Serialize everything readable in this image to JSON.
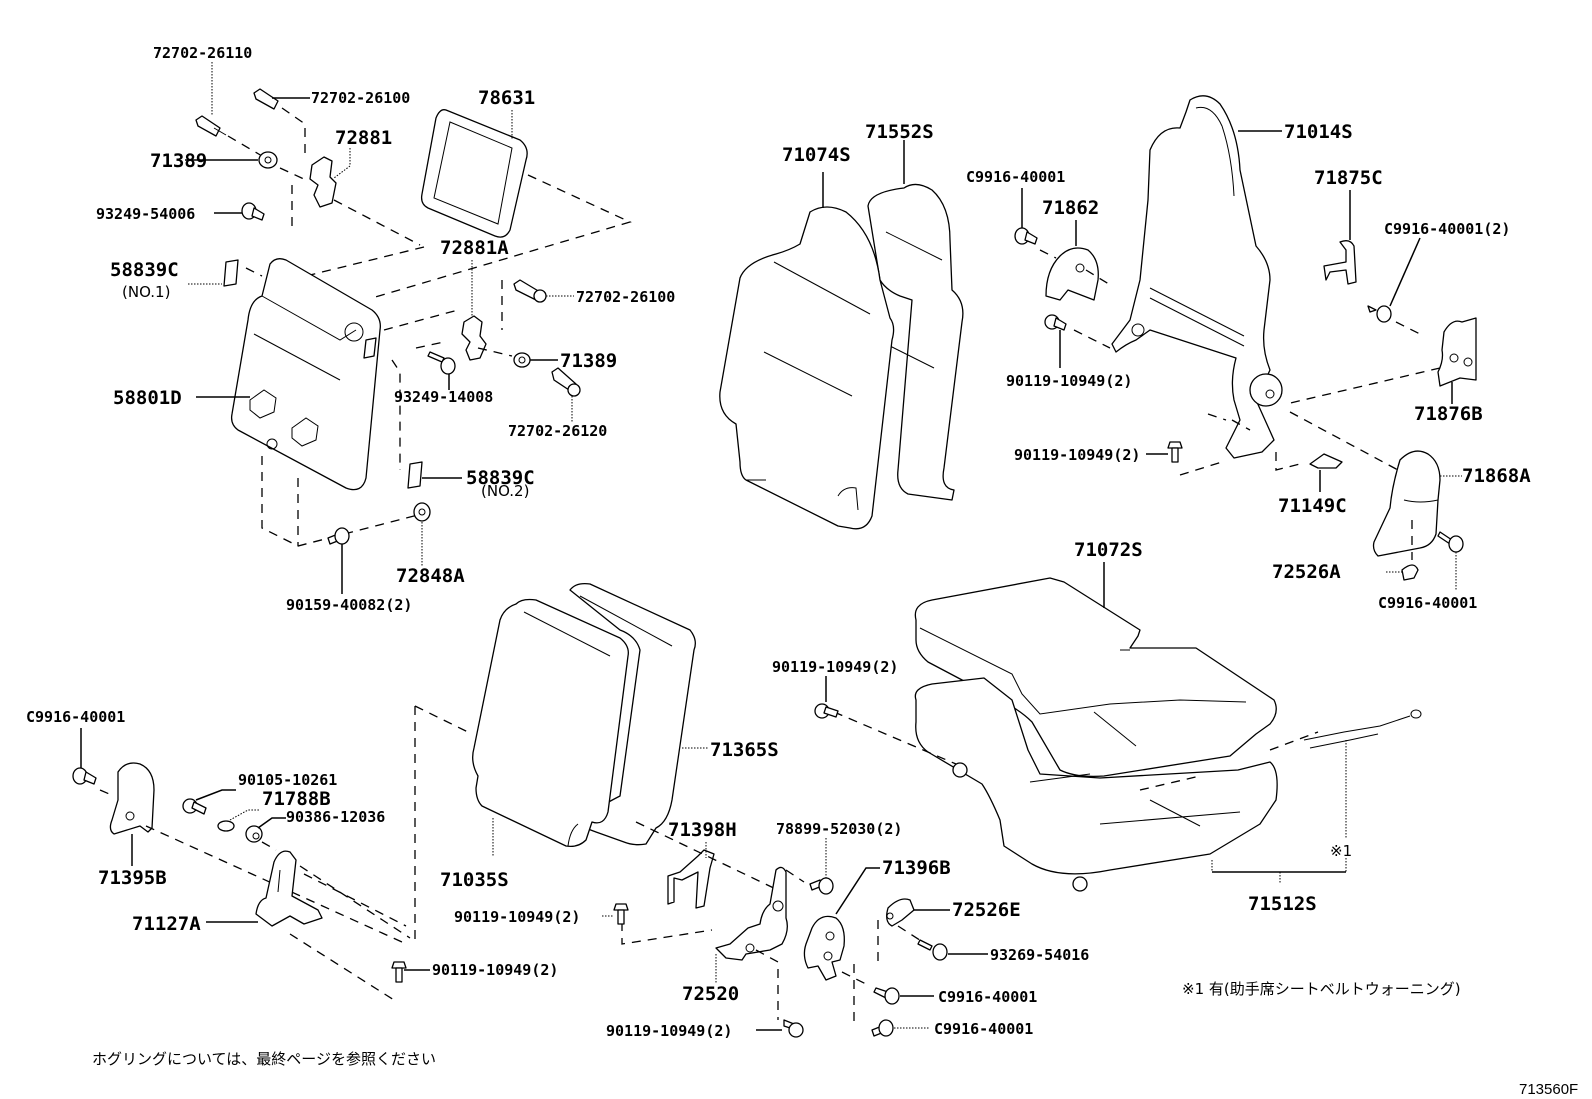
{
  "diagram": {
    "title_code": "713560F",
    "footnote_left": "ホグリングについては、最終ページを参照ください",
    "footnote_right": "※1 有(助手席シートベルトウォーニング)",
    "marker_1": "※1",
    "labels": {
      "p72702_26110": "72702-26110",
      "p72702_26100_a": "72702-26100",
      "p72881": "72881",
      "p78631": "78631",
      "p71389_a": "71389",
      "p93249_54006": "93249-54006",
      "p72881A": "72881A",
      "p58839C_1": "58839C",
      "p58839C_1_sub": "(NO.1)",
      "p72702_26100_b": "72702-26100",
      "p71389_b": "71389",
      "p58801D": "58801D",
      "p93249_14008": "93249-14008",
      "p72702_26120": "72702-26120",
      "p58839C_2": "58839C",
      "p58839C_2_sub": "(NO.2)",
      "p72848A": "72848A",
      "p90159_40082": "90159-40082(2)",
      "p71074S": "71074S",
      "p71552S": "71552S",
      "pC9916_top": "C9916-40001",
      "p71862": "71862",
      "p71014S": "71014S",
      "p71875C": "71875C",
      "pC9916_2": "C9916-40001(2)",
      "p90119_a": "90119-10949(2)",
      "p71876B": "71876B",
      "p90119_b": "90119-10949(2)",
      "p71149C": "71149C",
      "p71868A": "71868A",
      "p72526A": "72526A",
      "pC9916_r": "C9916-40001",
      "p71072S": "71072S",
      "p90119_c": "90119-10949(2)",
      "p71365S": "71365S",
      "pC9916_l": "C9916-40001",
      "p90105_10261": "90105-10261",
      "p71788B": "71788B",
      "p90386_12036": "90386-12036",
      "p71395B": "71395B",
      "p71398H": "71398H",
      "p78899_52030": "78899-52030(2)",
      "p71035S": "71035S",
      "p71396B": "71396B",
      "p72526E": "72526E",
      "p71127A": "71127A",
      "p90119_d": "90119-10949(2)",
      "p93269_54016": "93269-54016",
      "p90119_e": "90119-10949(2)",
      "p72520": "72520",
      "pC9916_b1": "C9916-40001",
      "pC9916_b2": "C9916-40001",
      "p90119_f": "90119-10949(2)",
      "p71512S": "71512S"
    }
  }
}
